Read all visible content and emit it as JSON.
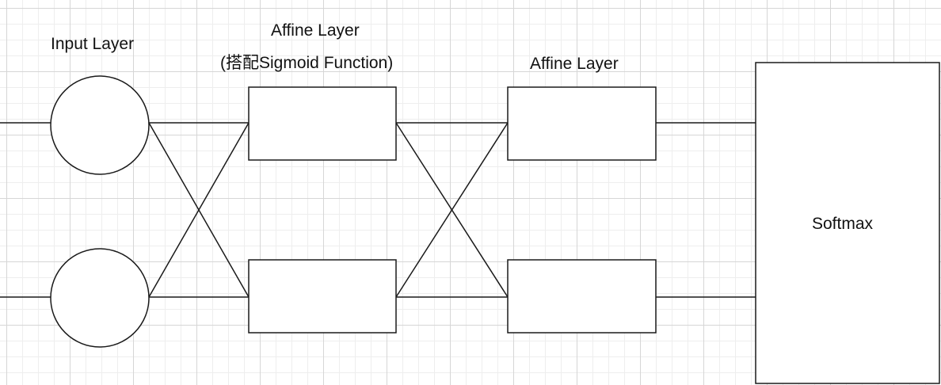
{
  "labels": {
    "input_layer": "Input Layer",
    "affine_layer_1": "Affine Layer",
    "affine_layer_1_note": "(搭配Sigmoid Function)",
    "affine_layer_2": "Affine Layer",
    "softmax": "Softmax"
  },
  "colors": {
    "stroke": "#1a1a1a",
    "fill": "#ffffff"
  }
}
